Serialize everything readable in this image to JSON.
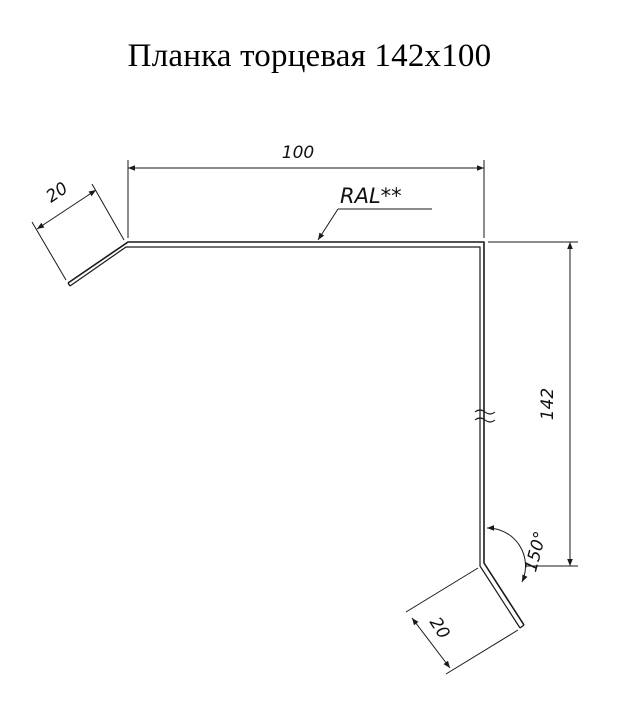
{
  "title": "Планка торцевая 142х100",
  "dimensions": {
    "top_width": "100",
    "height": "142",
    "left_flange": "20",
    "bottom_flange": "20",
    "angle": "150°"
  },
  "color_callout": "RAL**",
  "colors": {
    "line": "#1a1a1a",
    "background": "#ffffff"
  }
}
